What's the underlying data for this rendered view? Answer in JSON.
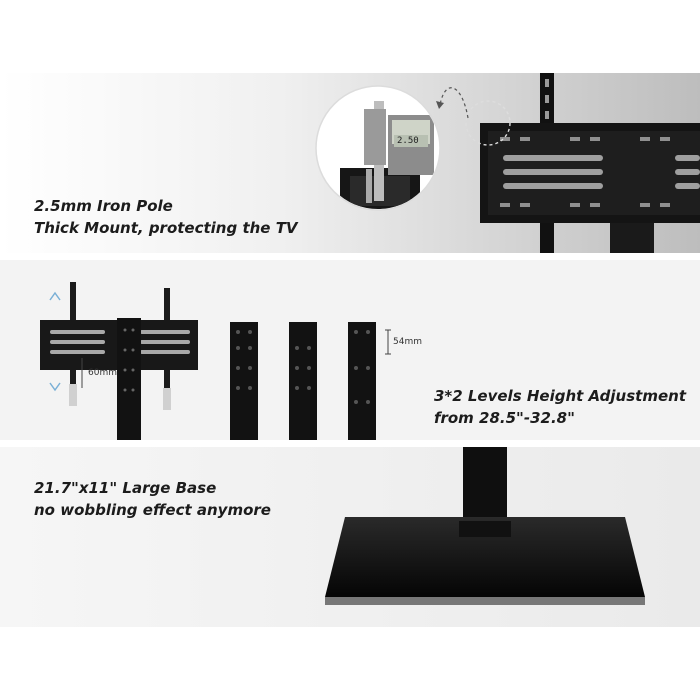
{
  "panel_pole": {
    "line1": "2.5mm Iron Pole",
    "line2": "Thick Mount, protecting the TV"
  },
  "panel_height": {
    "line1": "3*2 Levels Height Adjustment",
    "line2": "from 28.5\"-32.8\"",
    "dim_60": "60mm",
    "dim_54": "54mm",
    "caliper_reading": "2.50"
  },
  "panel_base": {
    "line1": "21.7\"x11\" Large Base",
    "line2": "no wobbling effect anymore"
  }
}
